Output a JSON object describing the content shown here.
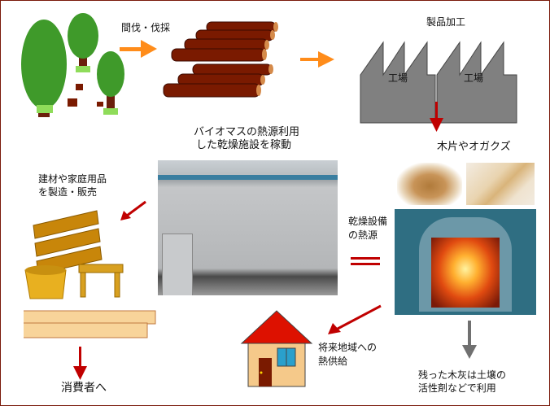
{
  "labels": {
    "thinning": "間伐・伐採",
    "processing": "製品加工",
    "factory_1": "工場",
    "factory_2": "工場",
    "chips": "木片やオガクズ",
    "biomass_line1": "バイオマスの熱源利用",
    "biomass_line2": "した乾燥施設を稼動",
    "products_line1": "建材や家庭用品",
    "products_line2": "を製造・販売",
    "consumers": "消費者へ",
    "heat_source_line1": "乾燥設備",
    "heat_source_line2": "の熱源",
    "equals": "＝",
    "district_heat_line1": "将来地域への",
    "district_heat_line2": "熱供給",
    "ash_line1": "残った木灰は土壌の",
    "ash_line2": "活性剤などで利用"
  },
  "colors": {
    "border": "#7a1a0a",
    "orange_arrow": "#ff8c1a",
    "red_arrow": "#c00000",
    "grey_arrow": "#707070",
    "tree_green": "#3f9a2a",
    "trunk": "#6b1f0c",
    "log": "#7a1a00",
    "factory": "#808080",
    "roof": "#dd1100",
    "wall": "#f5c98a",
    "lumber": "#f8d49a",
    "wood_product": "#c8860a"
  }
}
